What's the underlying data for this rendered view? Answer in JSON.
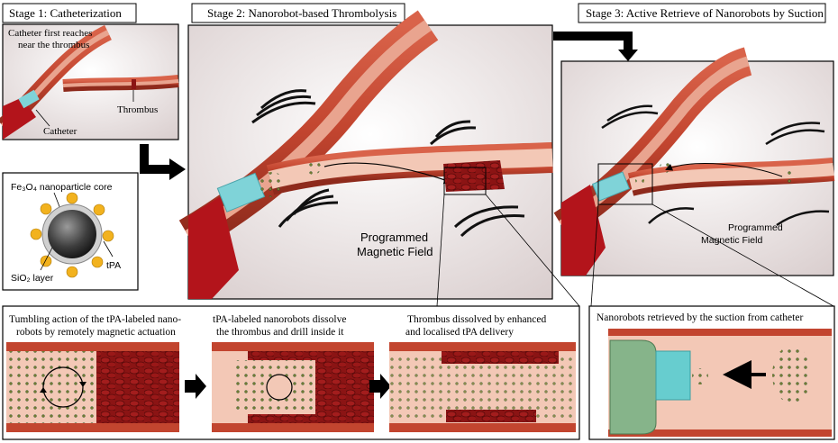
{
  "stage1": {
    "title": "Stage 1: Catheterization",
    "note_line1": "Catheter first reaches",
    "note_line2": "near the thrombus",
    "catheter_label": "Catheter",
    "thrombus_label": "Thrombus"
  },
  "stage2": {
    "title": "Stage 2: Nanorobot-based Thrombolysis",
    "field_line1": "Programmed",
    "field_line2": "Magnetic Field"
  },
  "stage3": {
    "title": "Stage 3: Active Retrieve of Nanorobots by Suction",
    "field_line1": "Programmed",
    "field_line2": "Magnetic Field"
  },
  "nanoparticle": {
    "core_label": "Fe₃O₄ nanoparticle core",
    "layer_label": "SiO₂ layer",
    "tpa_label": "tPA"
  },
  "steps": {
    "step1_line1": "Tumbling action of the tPA-labeled nano-",
    "step1_line2": "robots by remotely magnetic actuation",
    "step2_line1": "tPA-labeled nanorobots dissolve",
    "step2_line2": "the thrombus and drill inside it",
    "step3_line1": "Thrombus dissolved by enhanced",
    "step3_line2": "and localised tPA delivery"
  },
  "retrieval": {
    "label": "Nanorobots retrieved by the suction from catheter"
  },
  "colors": {
    "vessel": "#c2452f",
    "lumen": "#f3c8b6",
    "clot": "#8b1414",
    "catheter": "#7fd3d8",
    "suction_body": "#86b48a",
    "particle": "#c8a236"
  }
}
